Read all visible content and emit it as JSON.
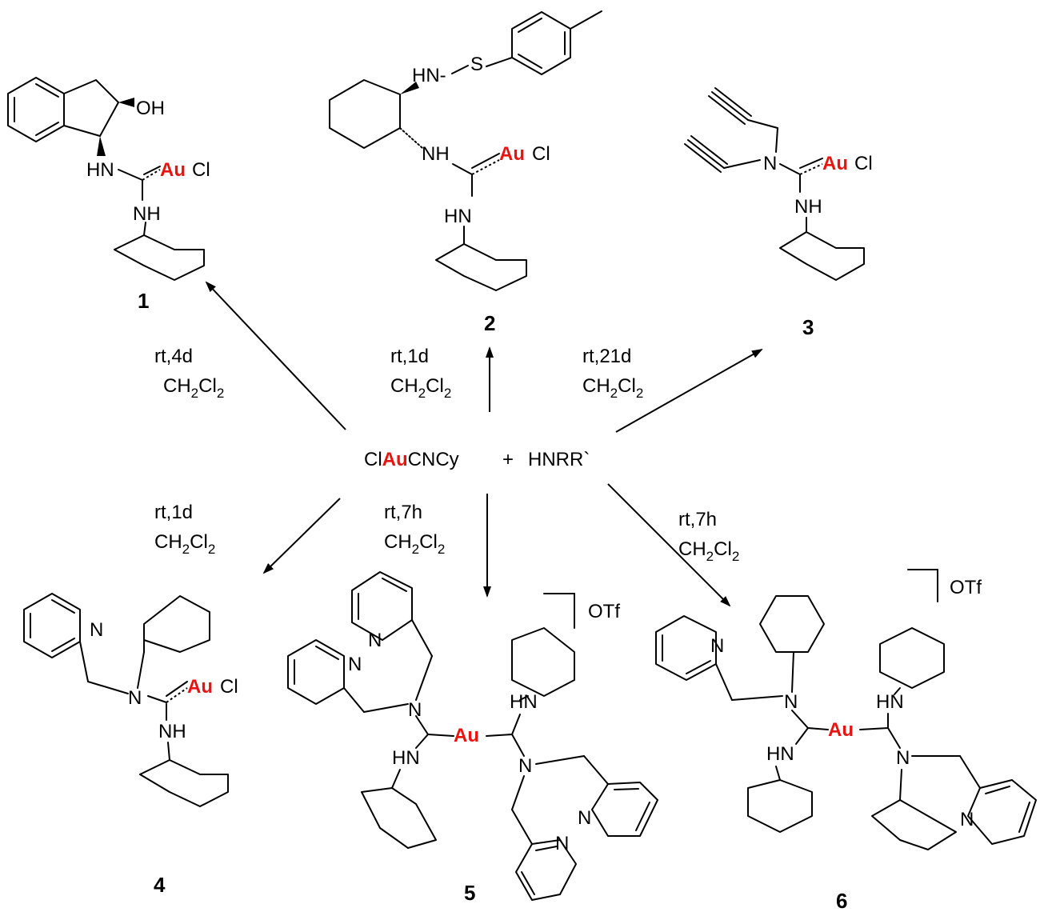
{
  "reactants": {
    "gold_complex_prefix": "Cl",
    "gold_complex_metal": "Au",
    "gold_complex_suffix": "CNCy",
    "plus": "+",
    "amine": "HNRR`"
  },
  "conditions": {
    "c1": {
      "line1": "rt,4d",
      "line2_main": "CH",
      "sub1": "2",
      "mid": "Cl",
      "sub2": "2"
    },
    "c2": {
      "line1": "rt,1d",
      "line2_main": "CH",
      "sub1": "2",
      "mid": "Cl",
      "sub2": "2"
    },
    "c3": {
      "line1": "rt,21d",
      "line2_main": "CH",
      "sub1": "2",
      "mid": "Cl",
      "sub2": "2"
    },
    "c4": {
      "line1": "rt,1d",
      "line2_main": "CH",
      "sub1": "2",
      "mid": "Cl",
      "sub2": "2"
    },
    "c5": {
      "line1": "rt,7h",
      "line2_main": "CH",
      "sub1": "2",
      "mid": "Cl",
      "sub2": "2"
    },
    "c6": {
      "line1": "rt,7h",
      "line2_main": "CH",
      "sub1": "2",
      "mid": "Cl",
      "sub2": "2"
    }
  },
  "compounds": [
    "1",
    "2",
    "3",
    "4",
    "5",
    "6"
  ],
  "atom_labels": {
    "oh": "OH",
    "hn": "HN",
    "nh": "NH",
    "n": "N",
    "s": "S",
    "au": "Au",
    "cl": "Cl",
    "otf": "OTf",
    "hn_dash": "HN-"
  }
}
